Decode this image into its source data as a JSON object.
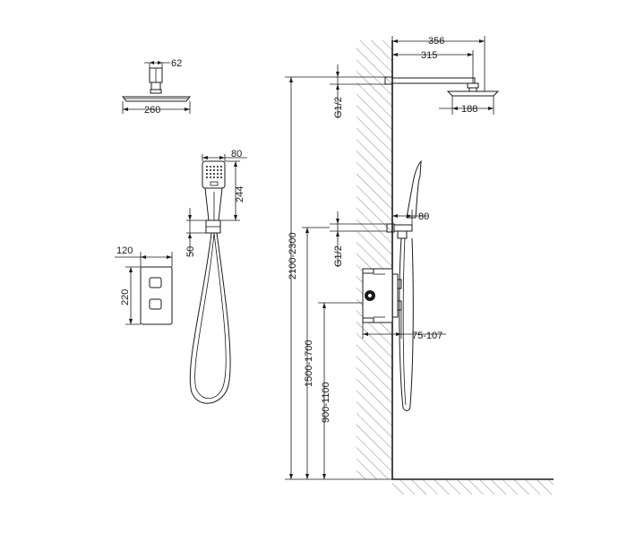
{
  "dimensions": {
    "head_depth": "62",
    "head_width": "260",
    "hand_width": "80",
    "hand_length": "244",
    "holder_height": "50",
    "panel_width": "120",
    "panel_height": "220",
    "arm_total": "356",
    "arm_length": "315",
    "head_face": "188",
    "thread_top": "G1/2",
    "holder_offset": "80",
    "thread_bottom": "G1/2",
    "valve_depth": "75-107",
    "head_height": "2100-2300",
    "holder_mount_height": "1500-1700",
    "valve_height": "900-1100"
  }
}
